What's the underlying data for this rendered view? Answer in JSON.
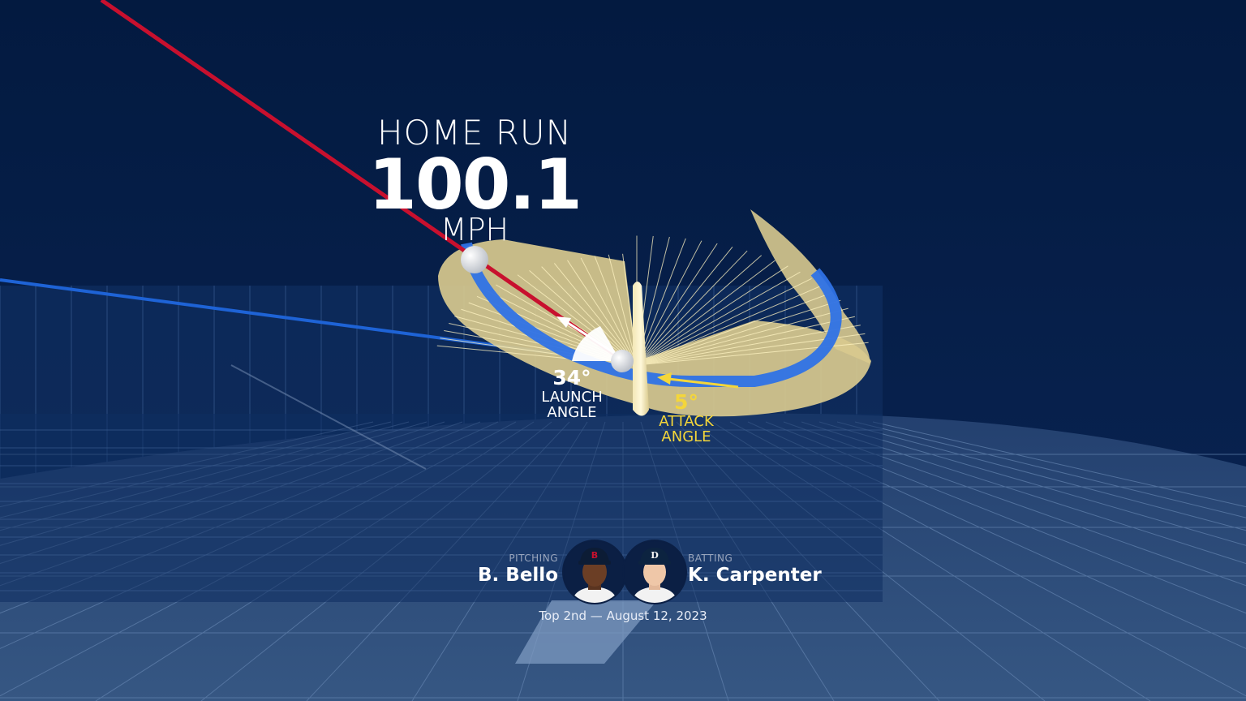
{
  "play": {
    "result": "HOME RUN",
    "exit_velocity": "100.1",
    "velocity_unit": "MPH"
  },
  "launch_angle": {
    "degrees": "34°",
    "line1": "LAUNCH",
    "line2": "ANGLE"
  },
  "attack_angle": {
    "degrees": "5°",
    "line1": "ATTACK",
    "line2": "ANGLE"
  },
  "matchup": {
    "pitcher": {
      "role": "PITCHING",
      "name": "B. Bello"
    },
    "batter": {
      "role": "BATTING",
      "name": "K. Carpenter"
    },
    "game_info": "Top 2nd — August 12, 2023"
  },
  "colors": {
    "background": "#041c42",
    "pitch_trajectory": "#c8102e",
    "swing_path": "#1e63d6",
    "bat_surface": "#e8d9a0",
    "attack_accent": "#f4d63a"
  },
  "icons": {
    "pitcher_avatar": "player-headshot-red-sox",
    "batter_avatar": "player-headshot-tigers"
  }
}
